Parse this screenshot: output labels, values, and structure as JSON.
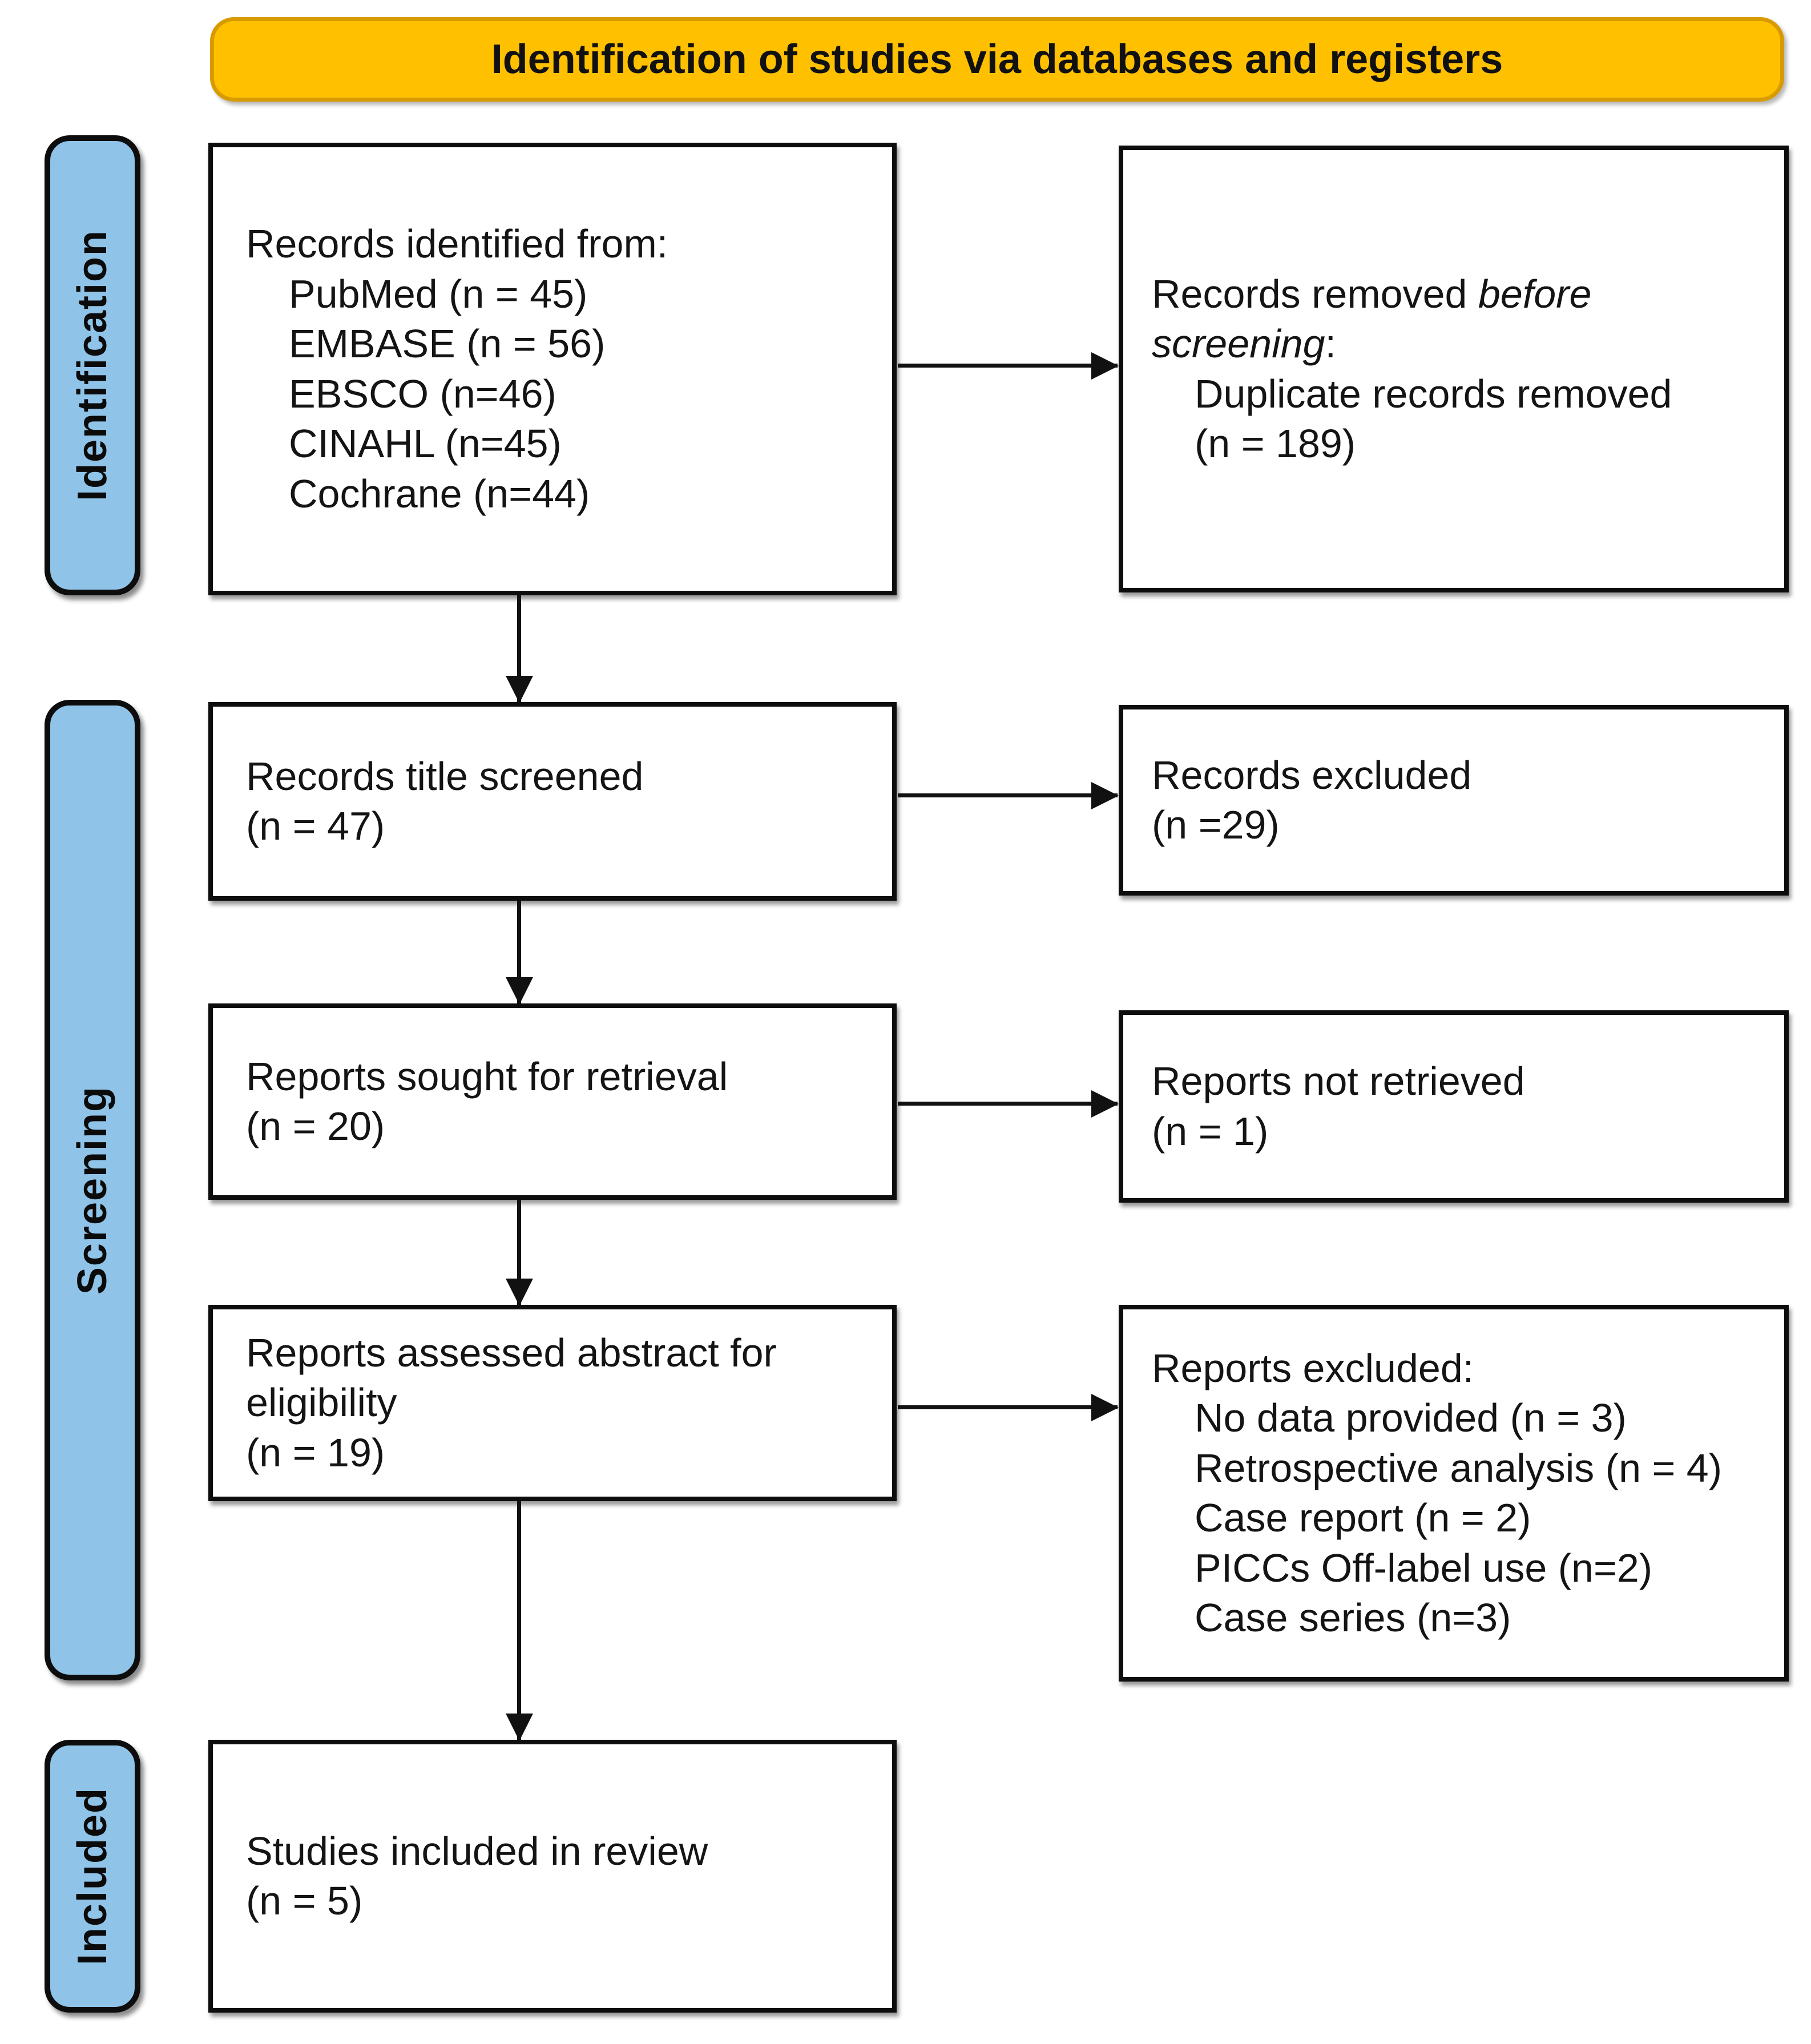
{
  "header": {
    "title": "Identification of studies via databases and registers"
  },
  "sidebar": {
    "stages": [
      {
        "label": "Identification"
      },
      {
        "label": "Screening"
      },
      {
        "label": "Included"
      }
    ]
  },
  "boxes": {
    "records_identified": {
      "label": "Records identified from:",
      "items": [
        "PubMed (n = 45)",
        "EMBASE (n = 56)",
        "EBSCO (n=46)",
        "CINAHL (n=45)",
        "Cochrane (n=44)"
      ]
    },
    "records_removed": {
      "line1_prefix": "Records removed ",
      "line1_italic": "before",
      "line2_italic": "screening",
      "line2_suffix": ":",
      "items": [
        "Duplicate records removed",
        "(n = 189)"
      ]
    },
    "records_screened": {
      "label": "Records title screened",
      "count": "(n = 47)"
    },
    "records_excluded": {
      "label": "Records excluded",
      "count": "(n =29)"
    },
    "reports_sought": {
      "label": "Reports sought for retrieval",
      "count": "(n = 20)"
    },
    "reports_not_retrieved": {
      "label": "Reports not retrieved",
      "count": "(n = 1)"
    },
    "reports_assessed": {
      "line1": "Reports assessed abstract for",
      "line2": "eligibility",
      "count": "(n = 19)"
    },
    "reports_excluded": {
      "label": "Reports excluded:",
      "items": [
        "No data provided (n = 3)",
        "Retrospective analysis (n = 4)",
        "Case report (n = 2)",
        "PICCs Off-label use (n=2)",
        "Case series (n=3)"
      ]
    },
    "studies_included": {
      "label": "Studies included in review",
      "count": "(n = 5)"
    }
  },
  "colors": {
    "banner_fill": "#FFC000",
    "banner_border": "#D79B00",
    "stage_fill": "#8FC3E8",
    "box_border": "#0D0D0D"
  }
}
